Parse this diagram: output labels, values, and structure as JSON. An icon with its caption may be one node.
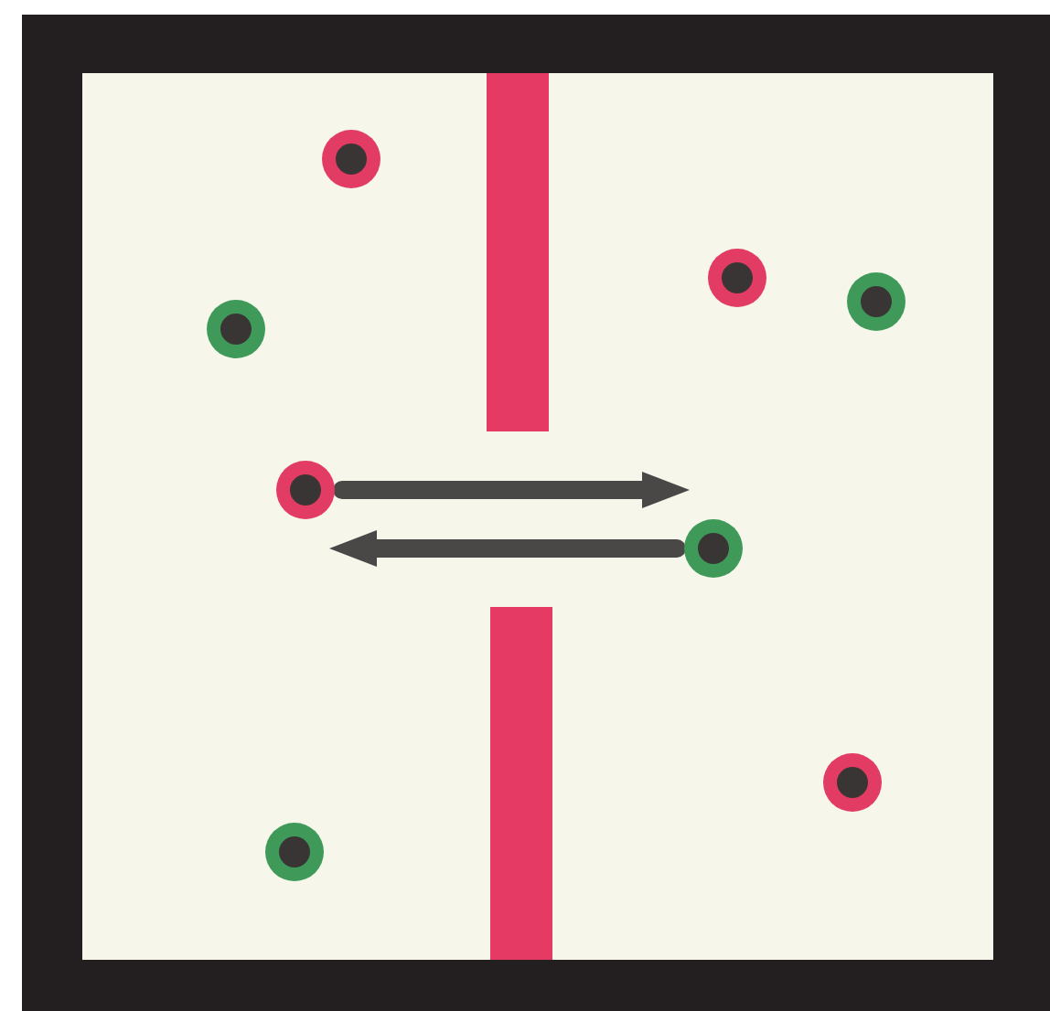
{
  "diagram": {
    "nodes": [
      {
        "text": [],
        "shape": "circle"
      },
      {
        "text": [],
        "shape": "circle"
      },
      {
        "text": [],
        "shape": "circle"
      },
      {
        "text": [],
        "shape": "circle"
      },
      {
        "text": [],
        "shape": "circle"
      },
      {
        "text": [],
        "shape": "circle"
      },
      {
        "text": [],
        "shape": "circle"
      },
      {
        "text": [],
        "shape": "circle"
      }
    ],
    "edges": [
      {
        "from": 4,
        "to": 5,
        "arrow": "to"
      },
      {
        "from": 5,
        "to": 4,
        "arrow": "to"
      }
    ]
  }
}
